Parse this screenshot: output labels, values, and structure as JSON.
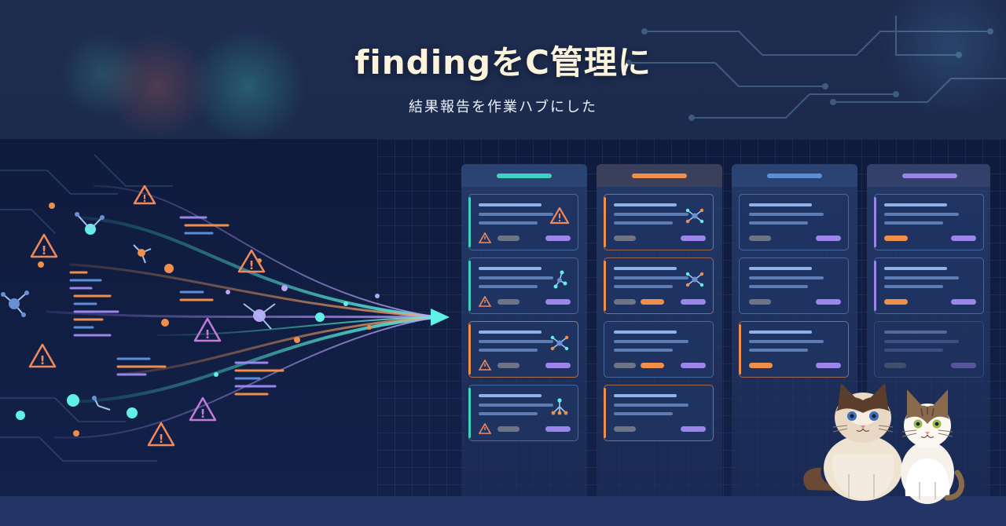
{
  "header": {
    "title": "findingをC管理に",
    "subtitle": "結果報告を作業ハブにした"
  },
  "colors": {
    "background": "#121f42",
    "title": "#fbf3dc",
    "teal": "#3fd1c0",
    "orange": "#f08f4a",
    "blue": "#5a8fd8",
    "purple": "#9b84ea",
    "warning_orange": "#f08a5d",
    "warning_purple": "#c37bd8"
  },
  "icons": {
    "warning": "warning-icon",
    "network": "network-node-icon",
    "tree": "tree-diagram-icon",
    "arrow": "arrow-right-icon",
    "cats": "cats-illustration"
  }
}
